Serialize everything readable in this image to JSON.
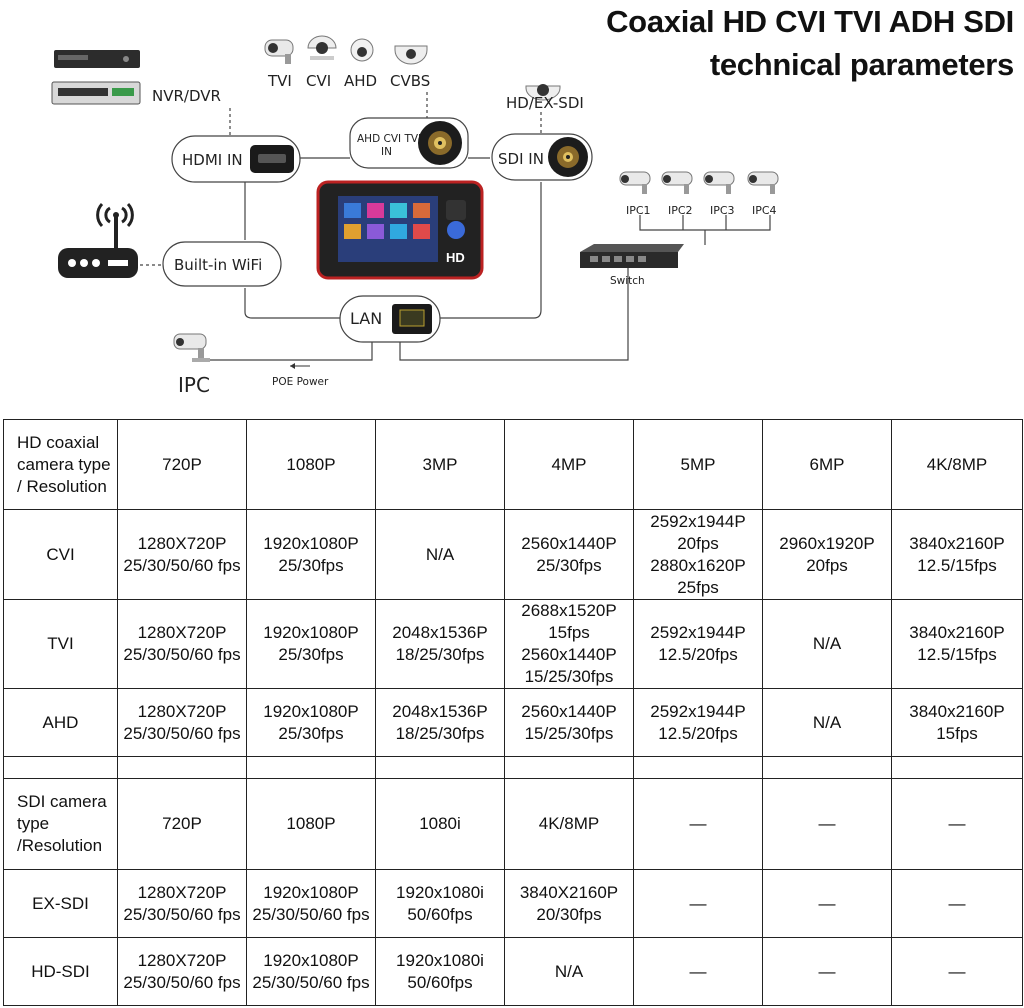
{
  "title": {
    "line1": "Coaxial HD CVI TVI ADH SDI",
    "line2": "technical parameters"
  },
  "diagram": {
    "camera_labels": [
      "TVI",
      "CVI",
      "AHD",
      "CVBS"
    ],
    "nvr_label": "NVR/DVR",
    "hdmi_in": "HDMI IN",
    "analog_in_line1": "AHD CVI TVI",
    "analog_in_line2": "IN",
    "sdi_in": "SDI IN",
    "hd_exsdi": "HD/EX-SDI",
    "wifi": "Built-in WiFi",
    "lan": "LAN",
    "ipc": "IPC",
    "poe": "POE Power",
    "ipc_labels": [
      "IPC1",
      "IPC2",
      "IPC3",
      "IPC4"
    ],
    "switch": "Switch",
    "device_badge": "HD"
  },
  "table_hd": {
    "header": [
      "HD coaxial camera type / Resolution",
      "720P",
      "1080P",
      "3MP",
      "4MP",
      "5MP",
      "6MP",
      "4K/8MP"
    ],
    "rows": [
      [
        "CVI",
        "1280X720P 25/30/50/60 fps",
        "1920x1080P 25/30fps",
        "N/A",
        "2560x1440P 25/30fps",
        "2592x1944P 20fps 2880x1620P 25fps",
        "2960x1920P 20fps",
        "3840x2160P 12.5/15fps"
      ],
      [
        "TVI",
        "1280X720P 25/30/50/60 fps",
        "1920x1080P 25/30fps",
        "2048x1536P 18/25/30fps",
        "2688x1520P 15fps 2560x1440P 15/25/30fps",
        "2592x1944P 12.5/20fps",
        "N/A",
        "3840x2160P 12.5/15fps"
      ],
      [
        "AHD",
        "1280X720P 25/30/50/60 fps",
        "1920x1080P 25/30fps",
        "2048x1536P 18/25/30fps",
        "2560x1440P 15/25/30fps",
        "2592x1944P 12.5/20fps",
        "N/A",
        "3840x2160P 15fps"
      ]
    ]
  },
  "table_sdi": {
    "header": [
      "SDI camera type /Resolution",
      "720P",
      "1080P",
      "1080i",
      "4K/8MP",
      "—",
      "—",
      "—"
    ],
    "rows": [
      [
        "EX-SDI",
        "1280X720P 25/30/50/60 fps",
        "1920x1080P 25/30/50/60 fps",
        "1920x1080i 50/60fps",
        "3840X2160P 20/30fps",
        "—",
        "—",
        "—"
      ],
      [
        "HD-SDI",
        "1280X720P 25/30/50/60 fps",
        "1920x1080P 25/30/50/60 fps",
        "1920x1080i 50/60fps",
        "N/A",
        "—",
        "—",
        "—"
      ]
    ]
  }
}
